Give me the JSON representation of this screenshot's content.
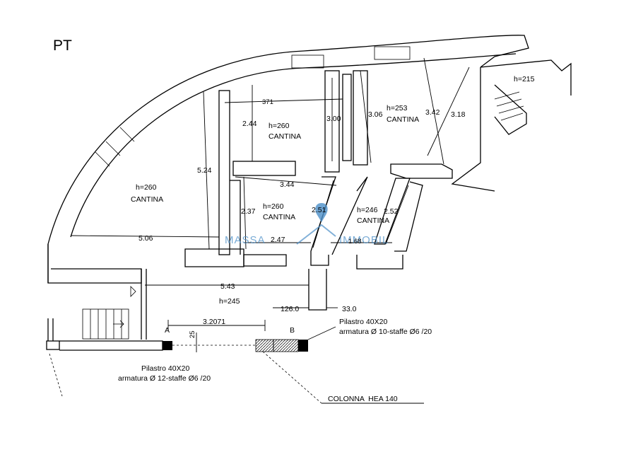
{
  "floor_label": "PT",
  "watermark": {
    "left": "MASSA",
    "right": "IMMOBIL",
    "color": "#4b8fc8"
  },
  "rooms": [
    {
      "height": "h=260",
      "name": "CANTINA"
    },
    {
      "height": "h=260",
      "name": "CANTINA"
    },
    {
      "height": "h=260",
      "name": "CANTINA"
    },
    {
      "height": "h=253",
      "name": "CANTINA"
    },
    {
      "height": "h=246",
      "name": "CANTINA"
    },
    {
      "height": "h=215",
      "name": ""
    },
    {
      "height": "h=245",
      "name": ""
    }
  ],
  "dimensions": [
    "371",
    "2.44",
    "3.00",
    "3.06",
    "3.42",
    "3.18",
    "5.24",
    "3.44",
    "2.37",
    "2.51",
    "2.52",
    "5.06",
    "2.47",
    "1.68",
    "5.43",
    "126.0",
    "33.0",
    "3.2071",
    "25"
  ],
  "section_marks": {
    "a": "A",
    "b": "B"
  },
  "notes": {
    "pillar_a_title": "Pilastro 40X20",
    "pillar_a_spec": "armatura Ø 12-staffe Ø6 /20",
    "pillar_b_title": "Pilastro 40X20",
    "pillar_b_spec": "armatura Ø 10-staffe Ø6 /20",
    "column": "COLONNA  HEA 140"
  }
}
